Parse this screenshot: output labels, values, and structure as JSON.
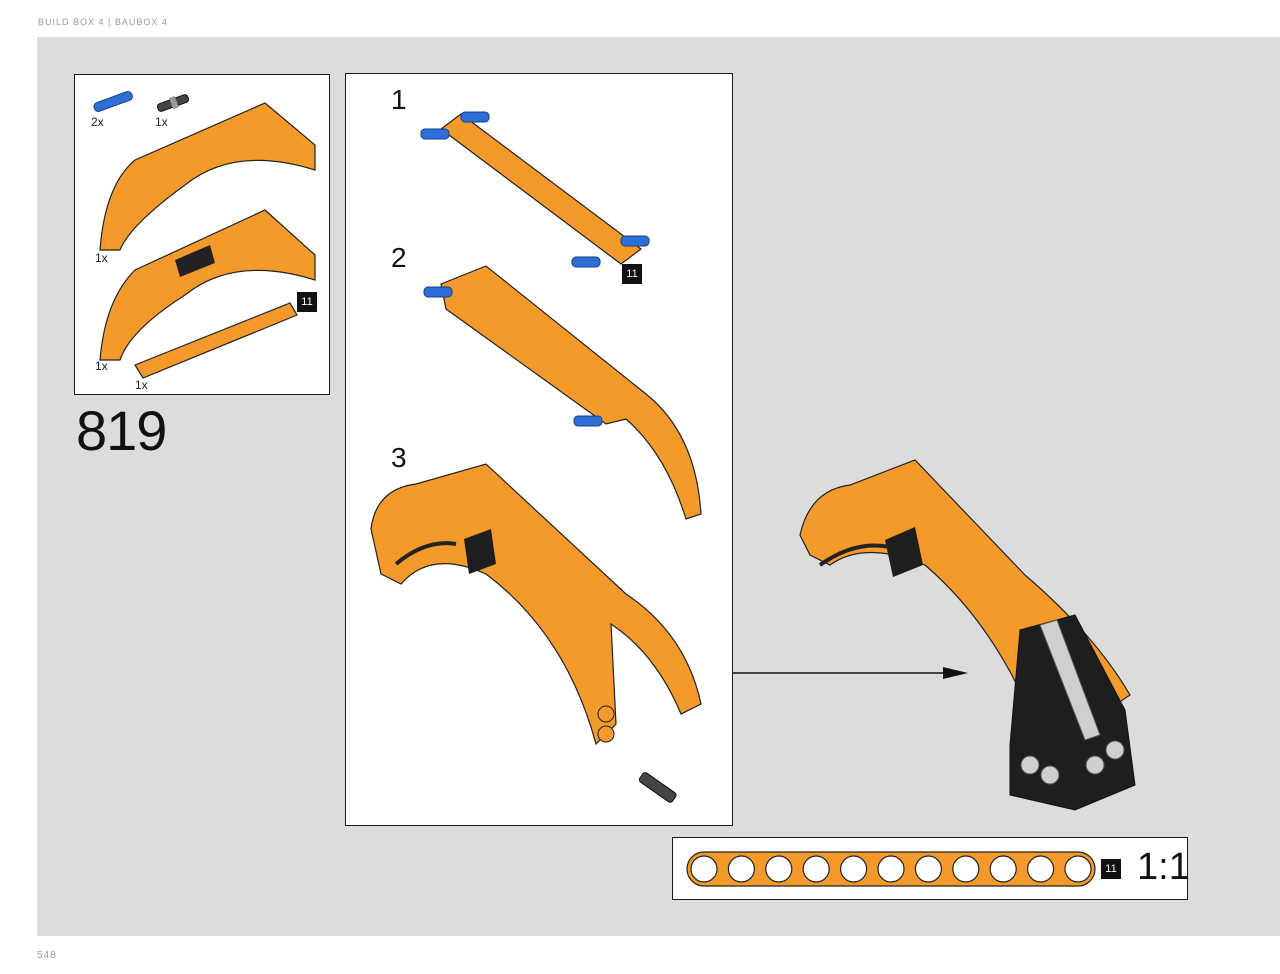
{
  "header": {
    "text": "BUILD BOX 4  |  BAUBOX 4"
  },
  "step": {
    "number": "819"
  },
  "parts_list": {
    "items": [
      {
        "qty": "2x",
        "name": "blue-pin"
      },
      {
        "qty": "1x",
        "name": "black-axle-pin"
      },
      {
        "qty": "1x",
        "name": "orange-arch-panel"
      },
      {
        "qty": "1x",
        "name": "orange-arch-panel-with-black-tile"
      },
      {
        "qty": "1x",
        "name": "orange-beam-11"
      }
    ],
    "beam_badge": "11"
  },
  "substeps": [
    {
      "label": "1",
      "badge": "11"
    },
    {
      "label": "2"
    },
    {
      "label": "3"
    }
  ],
  "ruler": {
    "badge": "11",
    "scale": "1:1",
    "holes": 11
  },
  "footer": {
    "page_number": "548"
  },
  "colors": {
    "orange": "#f39a2b",
    "orange_dark": "#d97f12",
    "blue": "#2d6fd6",
    "black": "#1e1e1e",
    "background": "#dcdcdc"
  }
}
